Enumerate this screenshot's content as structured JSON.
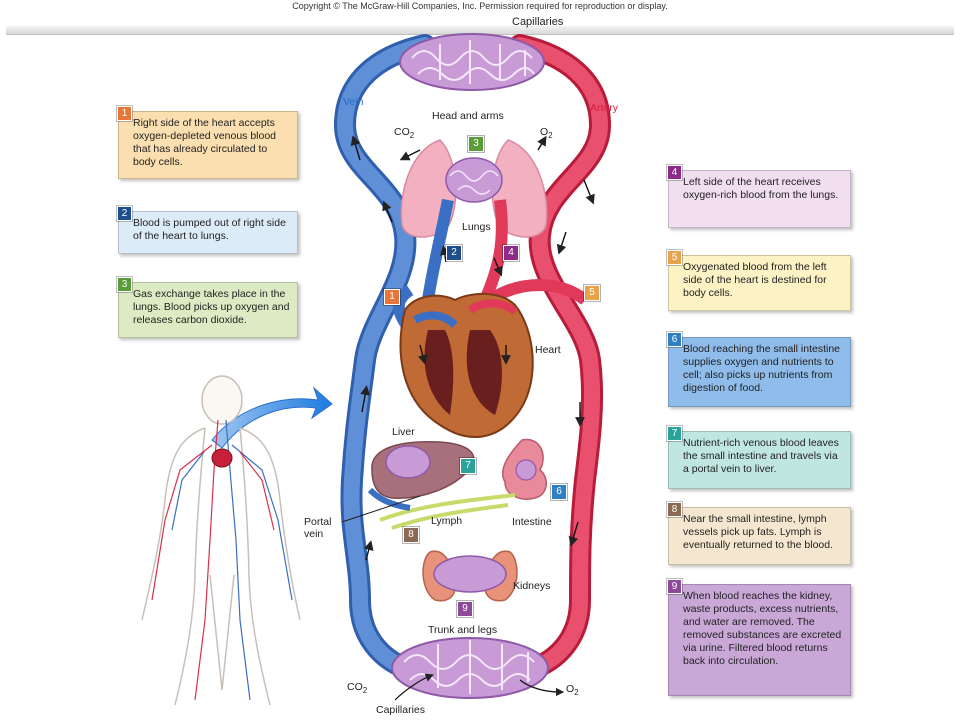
{
  "header": {
    "copyright": "Copyright © The McGraw-Hill Companies, Inc. Permission required for reproduction or display."
  },
  "labels": {
    "capillaries_top": "Capillaries",
    "capillaries_bottom": "Capillaries",
    "vein": "Vein",
    "artery": "Artery",
    "head_and_arms": "Head and arms",
    "co2_top": "CO",
    "o2_top": "O",
    "co2_bottom": "CO",
    "o2_bottom": "O",
    "subscript_2": "2",
    "lungs": "Lungs",
    "heart": "Heart",
    "liver": "Liver",
    "lymph": "Lymph",
    "intestine": "Intestine",
    "portal_vein_1": "Portal",
    "portal_vein_2": "vein",
    "kidneys": "Kidneys",
    "trunk_and_legs": "Trunk and legs"
  },
  "steps": [
    {
      "num": "1",
      "color": "#e8753a",
      "bg": "#fbdfb0",
      "text": "Right side of the heart accepts oxygen-depleted venous blood that has already circulated to body cells."
    },
    {
      "num": "2",
      "color": "#1f4e8c",
      "bg": "#dcebf8",
      "text": "Blood is pumped out of right side of the heart to lungs."
    },
    {
      "num": "3",
      "color": "#5a9c3a",
      "bg": "#dcebc4",
      "text": "Gas exchange takes place in the lungs. Blood picks up oxygen and releases carbon dioxide."
    },
    {
      "num": "4",
      "color": "#8e2a8a",
      "bg": "#f1def0",
      "text": "Left side of the heart receives oxygen-rich blood from the lungs."
    },
    {
      "num": "5",
      "color": "#e8a24a",
      "bg": "#fdf2c4",
      "text": "Oxygenated blood from the left side of the heart is destined for body cells."
    },
    {
      "num": "6",
      "color": "#2f7fc4",
      "bg": "#8fbcea",
      "text": "Blood reaching the small intestine supplies oxygen and nutrients to cell; also picks up nutrients from digestion of food."
    },
    {
      "num": "7",
      "color": "#2aa39a",
      "bg": "#bfe6e0",
      "text": "Nutrient-rich venous blood leaves the small intestine and travels via a portal vein to liver."
    },
    {
      "num": "8",
      "color": "#8a6a52",
      "bg": "#f5e7cf",
      "text": "Near the small intestine, lymph vessels pick up fats. Lymph is eventually returned to the blood."
    },
    {
      "num": "9",
      "color": "#8e4a9a",
      "bg": "#c9a8d8",
      "text": "When blood reaches the kidney, waste products, excess nutrients, and water are removed. The removed substances are excreted via urine. Filtered blood returns back into circulation."
    }
  ],
  "markers": [
    {
      "num": "1",
      "color": "#e8753a"
    },
    {
      "num": "2",
      "color": "#1f4e8c"
    },
    {
      "num": "3",
      "color": "#5a9c3a"
    },
    {
      "num": "4",
      "color": "#8e2a8a"
    },
    {
      "num": "5",
      "color": "#e8a24a"
    },
    {
      "num": "6",
      "color": "#2f7fc4"
    },
    {
      "num": "7",
      "color": "#2aa39a"
    },
    {
      "num": "8",
      "color": "#8a6a52"
    },
    {
      "num": "9",
      "color": "#8e4a9a"
    }
  ],
  "colors": {
    "artery": "#e0395a",
    "vein": "#3a6fc4",
    "capillary": "#b47ac8",
    "lymph": "#c9d96a",
    "heart": "#b8582a",
    "liver": "#a8707a",
    "lungs": "#f4b8c4",
    "kidney": "#e8927a"
  }
}
